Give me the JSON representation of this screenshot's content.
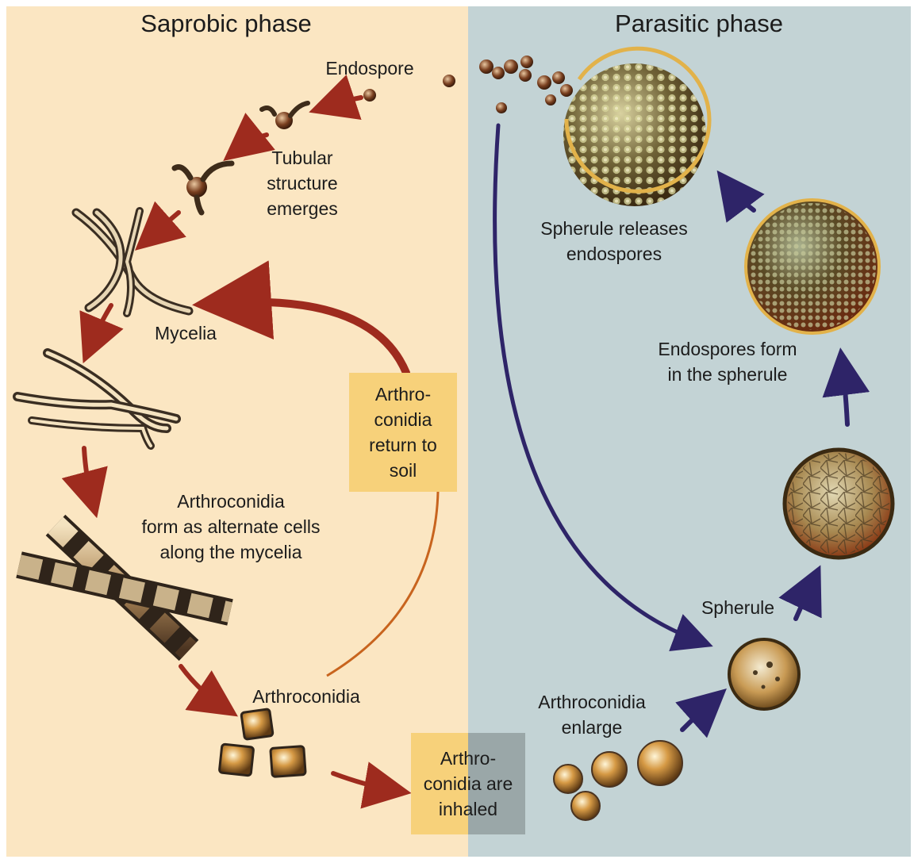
{
  "phases": {
    "saprobic": "Saprobic phase",
    "parasitic": "Parasitic phase"
  },
  "labels": {
    "endospore": "Endospore",
    "tubular": [
      "Tubular",
      "structure",
      "emerges"
    ],
    "mycelia": "Mycelia",
    "arthroconidia_form": [
      "Arthroconidia",
      "form as alternate cells",
      "along the mycelia"
    ],
    "arthroconidia": "Arthroconidia",
    "return_to_soil": [
      "Arthro-",
      "conidia",
      "return to",
      "soil"
    ],
    "inhaled": [
      "Arthro-",
      "conidia are",
      "inhaled"
    ],
    "enlarge": [
      "Arthroconidia",
      "enlarge"
    ],
    "spherule": "Spherule",
    "endospores_form": [
      "Endospores form",
      "in the spherule"
    ],
    "spherule_releases": [
      "Spherule releases",
      "endospores"
    ]
  },
  "colors": {
    "saprobic_bg": "#fbe6c2",
    "parasitic_bg": "#c3d3d5",
    "label_box": "#f7d17a",
    "saprobic_arrow": "#9e2b1e",
    "parasitic_arrow": "#2e2468",
    "return_arc": "#c8641e"
  }
}
